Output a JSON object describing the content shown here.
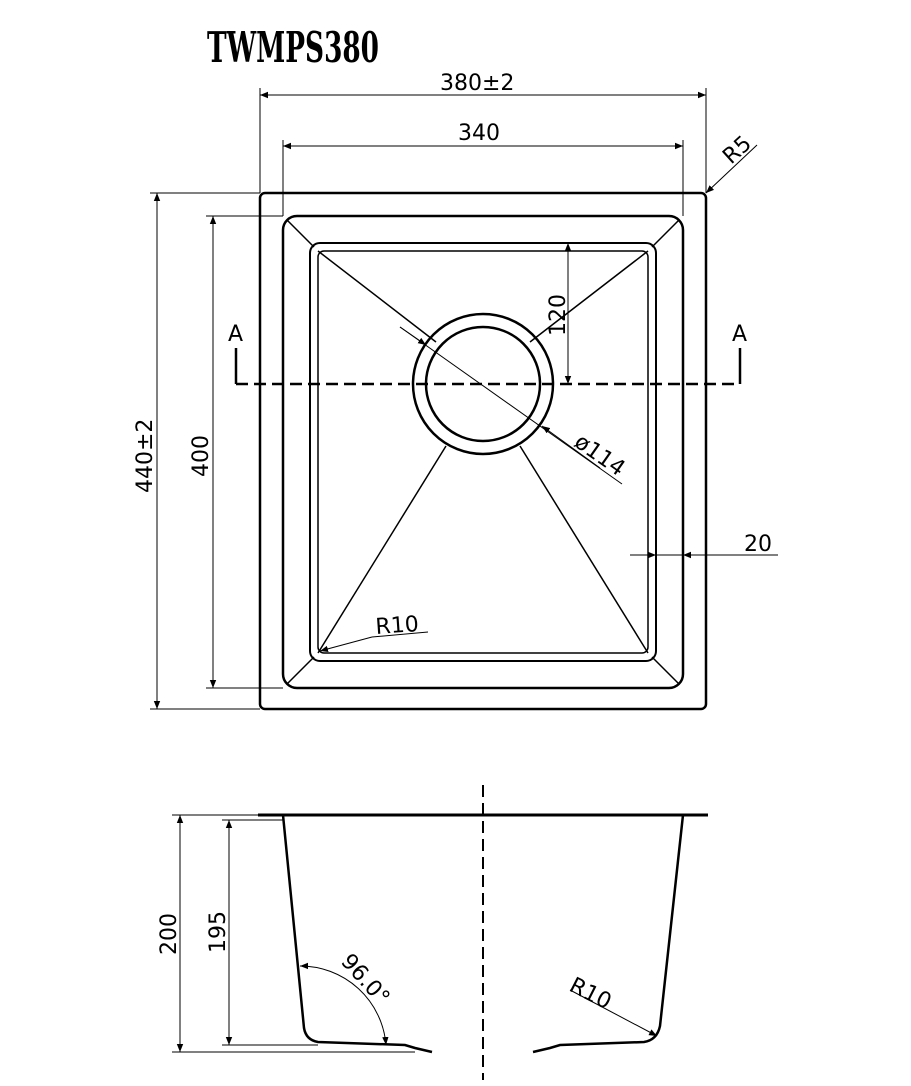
{
  "title": "TWMPS380",
  "top_view": {
    "overall_width": "380±2",
    "inner_width": "340",
    "corner_radius_outer": "R5",
    "overall_height": "440±2",
    "inner_height": "400",
    "drain_offset": "120",
    "drain_diameter": "ø114",
    "rim_width": "20",
    "inner_corner_radius": "R10",
    "section_label_left": "A",
    "section_label_right": "A"
  },
  "section_view": {
    "overall_depth": "200",
    "bowl_depth": "195",
    "wall_angle": "96.0°",
    "bottom_radius": "R10"
  }
}
